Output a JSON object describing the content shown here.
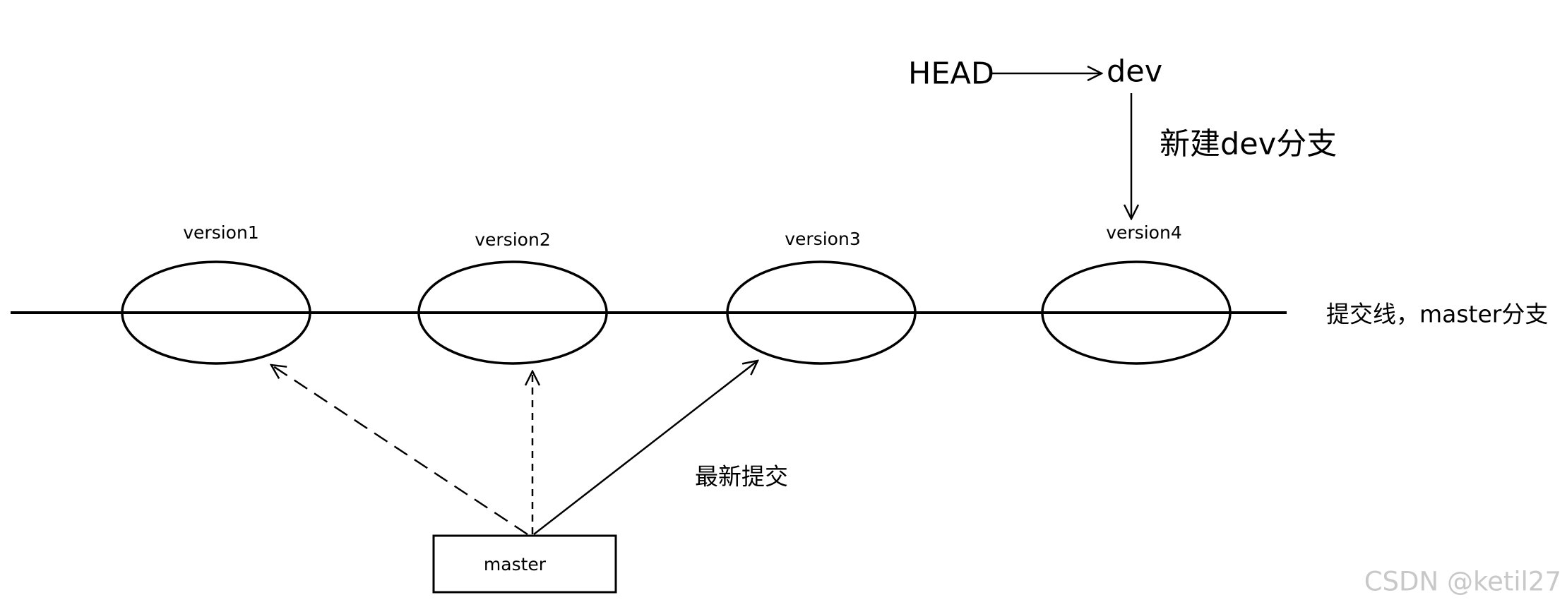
{
  "diagram": {
    "branch_line_label": "提交线，master分支",
    "commits": [
      {
        "label": "version1"
      },
      {
        "label": "version2"
      },
      {
        "label": "version3"
      },
      {
        "label": "version4"
      }
    ],
    "master_box_label": "master",
    "latest_commit_label": "最新提交",
    "head_label": "HEAD",
    "dev_label": "dev",
    "new_branch_label": "新建dev分支"
  },
  "watermark": "CSDN @ketil27"
}
